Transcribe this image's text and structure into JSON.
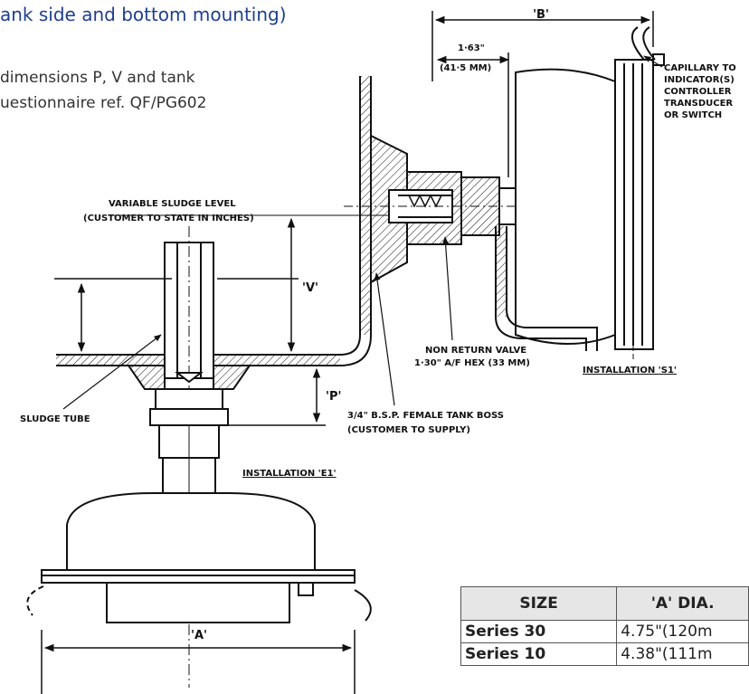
{
  "heading": "ank side and bottom mounting)",
  "intro": {
    "line1": "dimensions P, V and tank",
    "line2": "uestionnaire ref. QF/PG602"
  },
  "labels": {
    "dim_b": "'B'",
    "dim_163_in": "1·63\"",
    "dim_163_mm": "(41·5 MM)",
    "capillary": [
      "CAPILLARY TO",
      "INDICATOR(S)",
      "CONTROLLER",
      "TRANSDUCER",
      "OR SWITCH"
    ],
    "sludge_level": [
      "VARIABLE SLUDGE LEVEL",
      "(CUSTOMER TO STATE IN INCHES)"
    ],
    "dim_v": "'V'",
    "dim_p": "'P'",
    "nrv": [
      "NON RETURN VALVE",
      "1·30\" A/F HEX (33 MM)"
    ],
    "install_s1": "INSTALLATION 'S1'",
    "sludge_tube": "SLUDGE TUBE",
    "tank_boss": [
      "3/4\" B.S.P. FEMALE TANK BOSS",
      "(CUSTOMER TO SUPPLY)"
    ],
    "install_e1": "INSTALLATION 'E1'",
    "dim_a": "'A'"
  },
  "table": {
    "headers": [
      "SIZE",
      "'A' DIA."
    ],
    "rows": [
      [
        "Series 30",
        "4.75\"(120m"
      ],
      [
        "Series 10",
        "4.38\"(111m"
      ]
    ]
  }
}
